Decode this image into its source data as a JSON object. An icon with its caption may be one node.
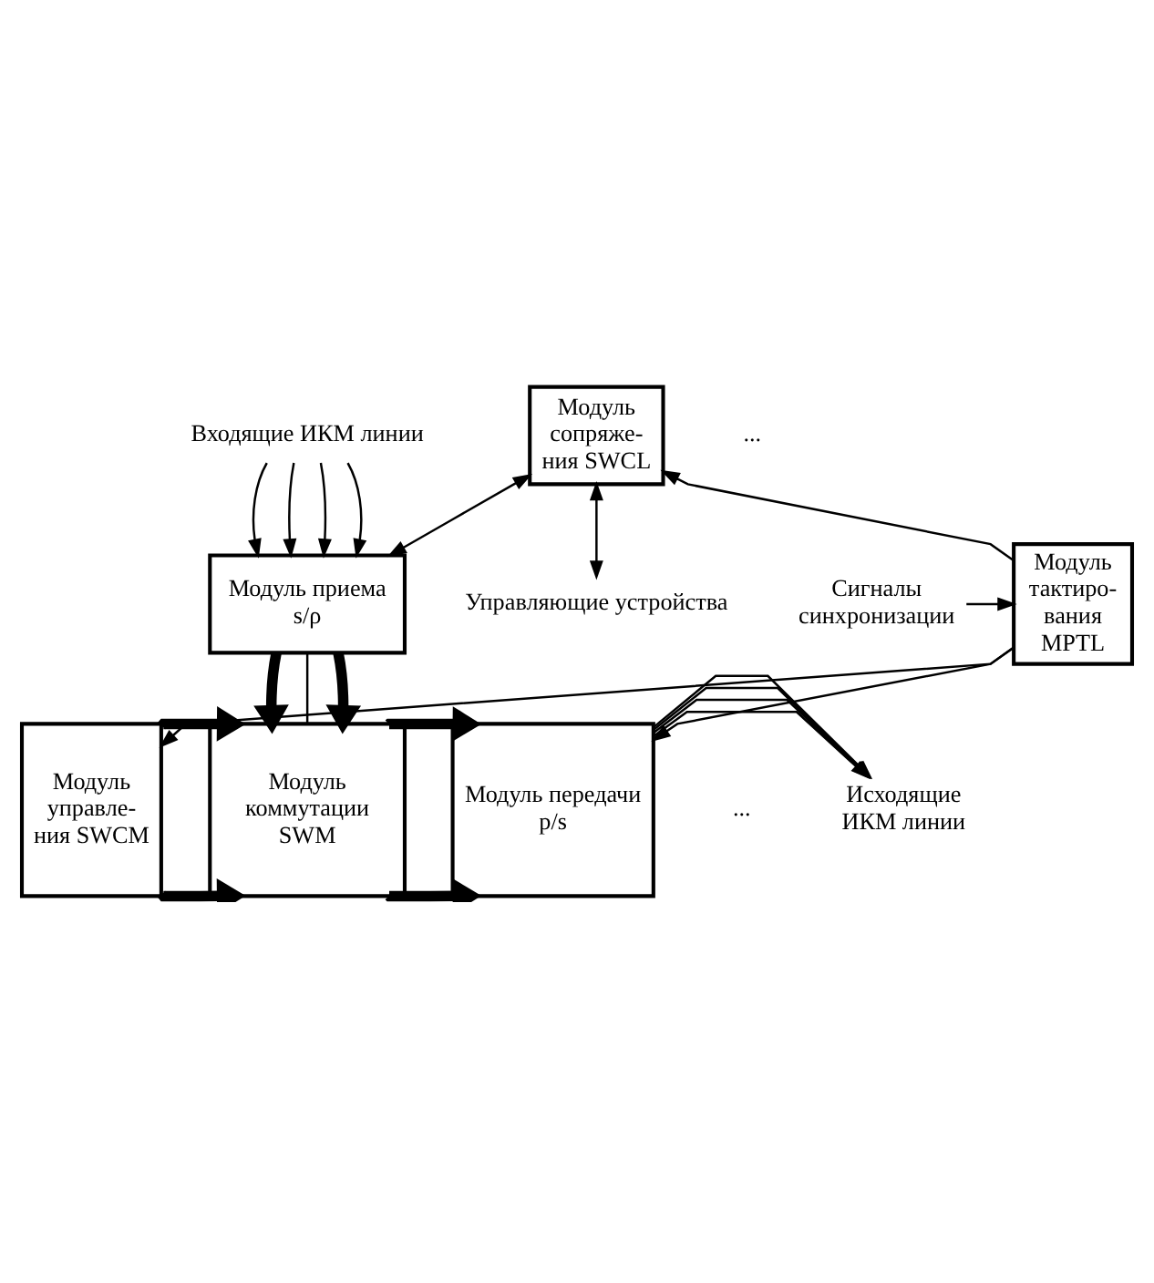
{
  "diagram": {
    "nodes": [
      {
        "text": [
          "Модуль приема",
          "s/ρ"
        ]
      },
      {
        "text": [
          "Модуль тактиро- вания MPTL"
        ]
      },
      {
        "text": [
          "Модуль управле- ния SWCM"
        ]
      },
      {
        "text": [
          "Модуль коммутации SWM"
        ]
      },
      {
        "text": [
          "Модуль передачи",
          "p/s"
        ]
      },
      {
        "text": [
          "Модуль сопряже- ния SWCL"
        ]
      },
      {
        "text": [
          "Входящие ИКМ линии"
        ]
      },
      {
        "text": [
          "Сигналы синхронизации"
        ]
      },
      {
        "text": [
          "Исходящие ИКМ линии"
        ]
      },
      {
        "text": [
          "Управляющие устройства"
        ]
      }
    ],
    "edges": [
      {
        "from": 6,
        "to": 0,
        "arrow": "to"
      },
      {
        "from": 6,
        "to": 0,
        "arrow": "to"
      },
      {
        "from": 6,
        "to": 0,
        "arrow": "to"
      },
      {
        "from": 6,
        "to": 0,
        "arrow": "to"
      },
      {
        "from": 7,
        "to": 1,
        "arrow": "to"
      },
      {
        "from": 0,
        "to": 3,
        "arrow": "to",
        "style": "thick"
      },
      {
        "from": 0,
        "to": 3,
        "arrow": "none"
      },
      {
        "from": 0,
        "to": 3,
        "arrow": "to",
        "style": "thick"
      },
      {
        "from": 1,
        "to": 4,
        "arrow": "to"
      },
      {
        "from": 1,
        "to": 2,
        "arrow": "to"
      },
      {
        "from": 1,
        "to": 5,
        "arrow": "to"
      },
      {
        "from": 5,
        "to": 0,
        "arrow": "both"
      },
      {
        "from": 2,
        "to": 3,
        "arrow": "to",
        "style": "thick"
      },
      {
        "from": 2,
        "to": 3,
        "arrow": "to",
        "style": "thick"
      },
      {
        "from": 3,
        "to": 4,
        "arrow": "to",
        "style": "thick"
      },
      {
        "from": 3,
        "to": 4,
        "arrow": "to",
        "style": "thick"
      },
      {
        "from": 4,
        "to": 8,
        "arrow": "to"
      },
      {
        "from": 4,
        "to": 8,
        "arrow": "to"
      },
      {
        "from": 4,
        "to": 8,
        "arrow": "to"
      },
      {
        "from": 4,
        "to": 8,
        "arrow": "to"
      },
      {
        "from": 5,
        "to": 9,
        "arrow": "both"
      }
    ],
    "labels": [
      "...",
      "..."
    ]
  }
}
